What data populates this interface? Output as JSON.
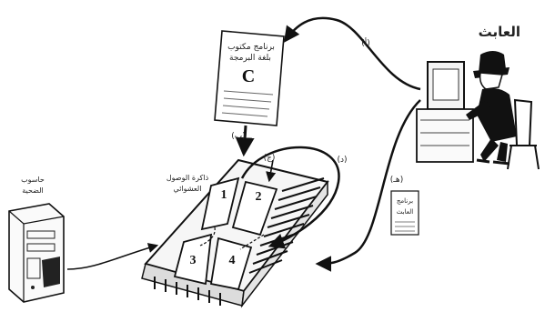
{
  "labels": {
    "attacker": "العابث",
    "source_doc_line1": "برنامج مكتوب",
    "source_doc_line2": "بلغة البرمجة",
    "source_doc_lang": "C",
    "ram_line1": "ذاكرة الوصول",
    "ram_line2": "العشوائي",
    "attacker_prog_line1": "برنامج",
    "attacker_prog_line2": "العابث",
    "victim_line1": "حاسوب",
    "victim_line2": "الضحية"
  },
  "step_tags": {
    "a": "(أ)",
    "b": "(ب)",
    "c": "(ج)",
    "d": "(د)",
    "e": "(هـ)"
  },
  "memory_blocks": [
    "1",
    "2",
    "3",
    "4"
  ]
}
